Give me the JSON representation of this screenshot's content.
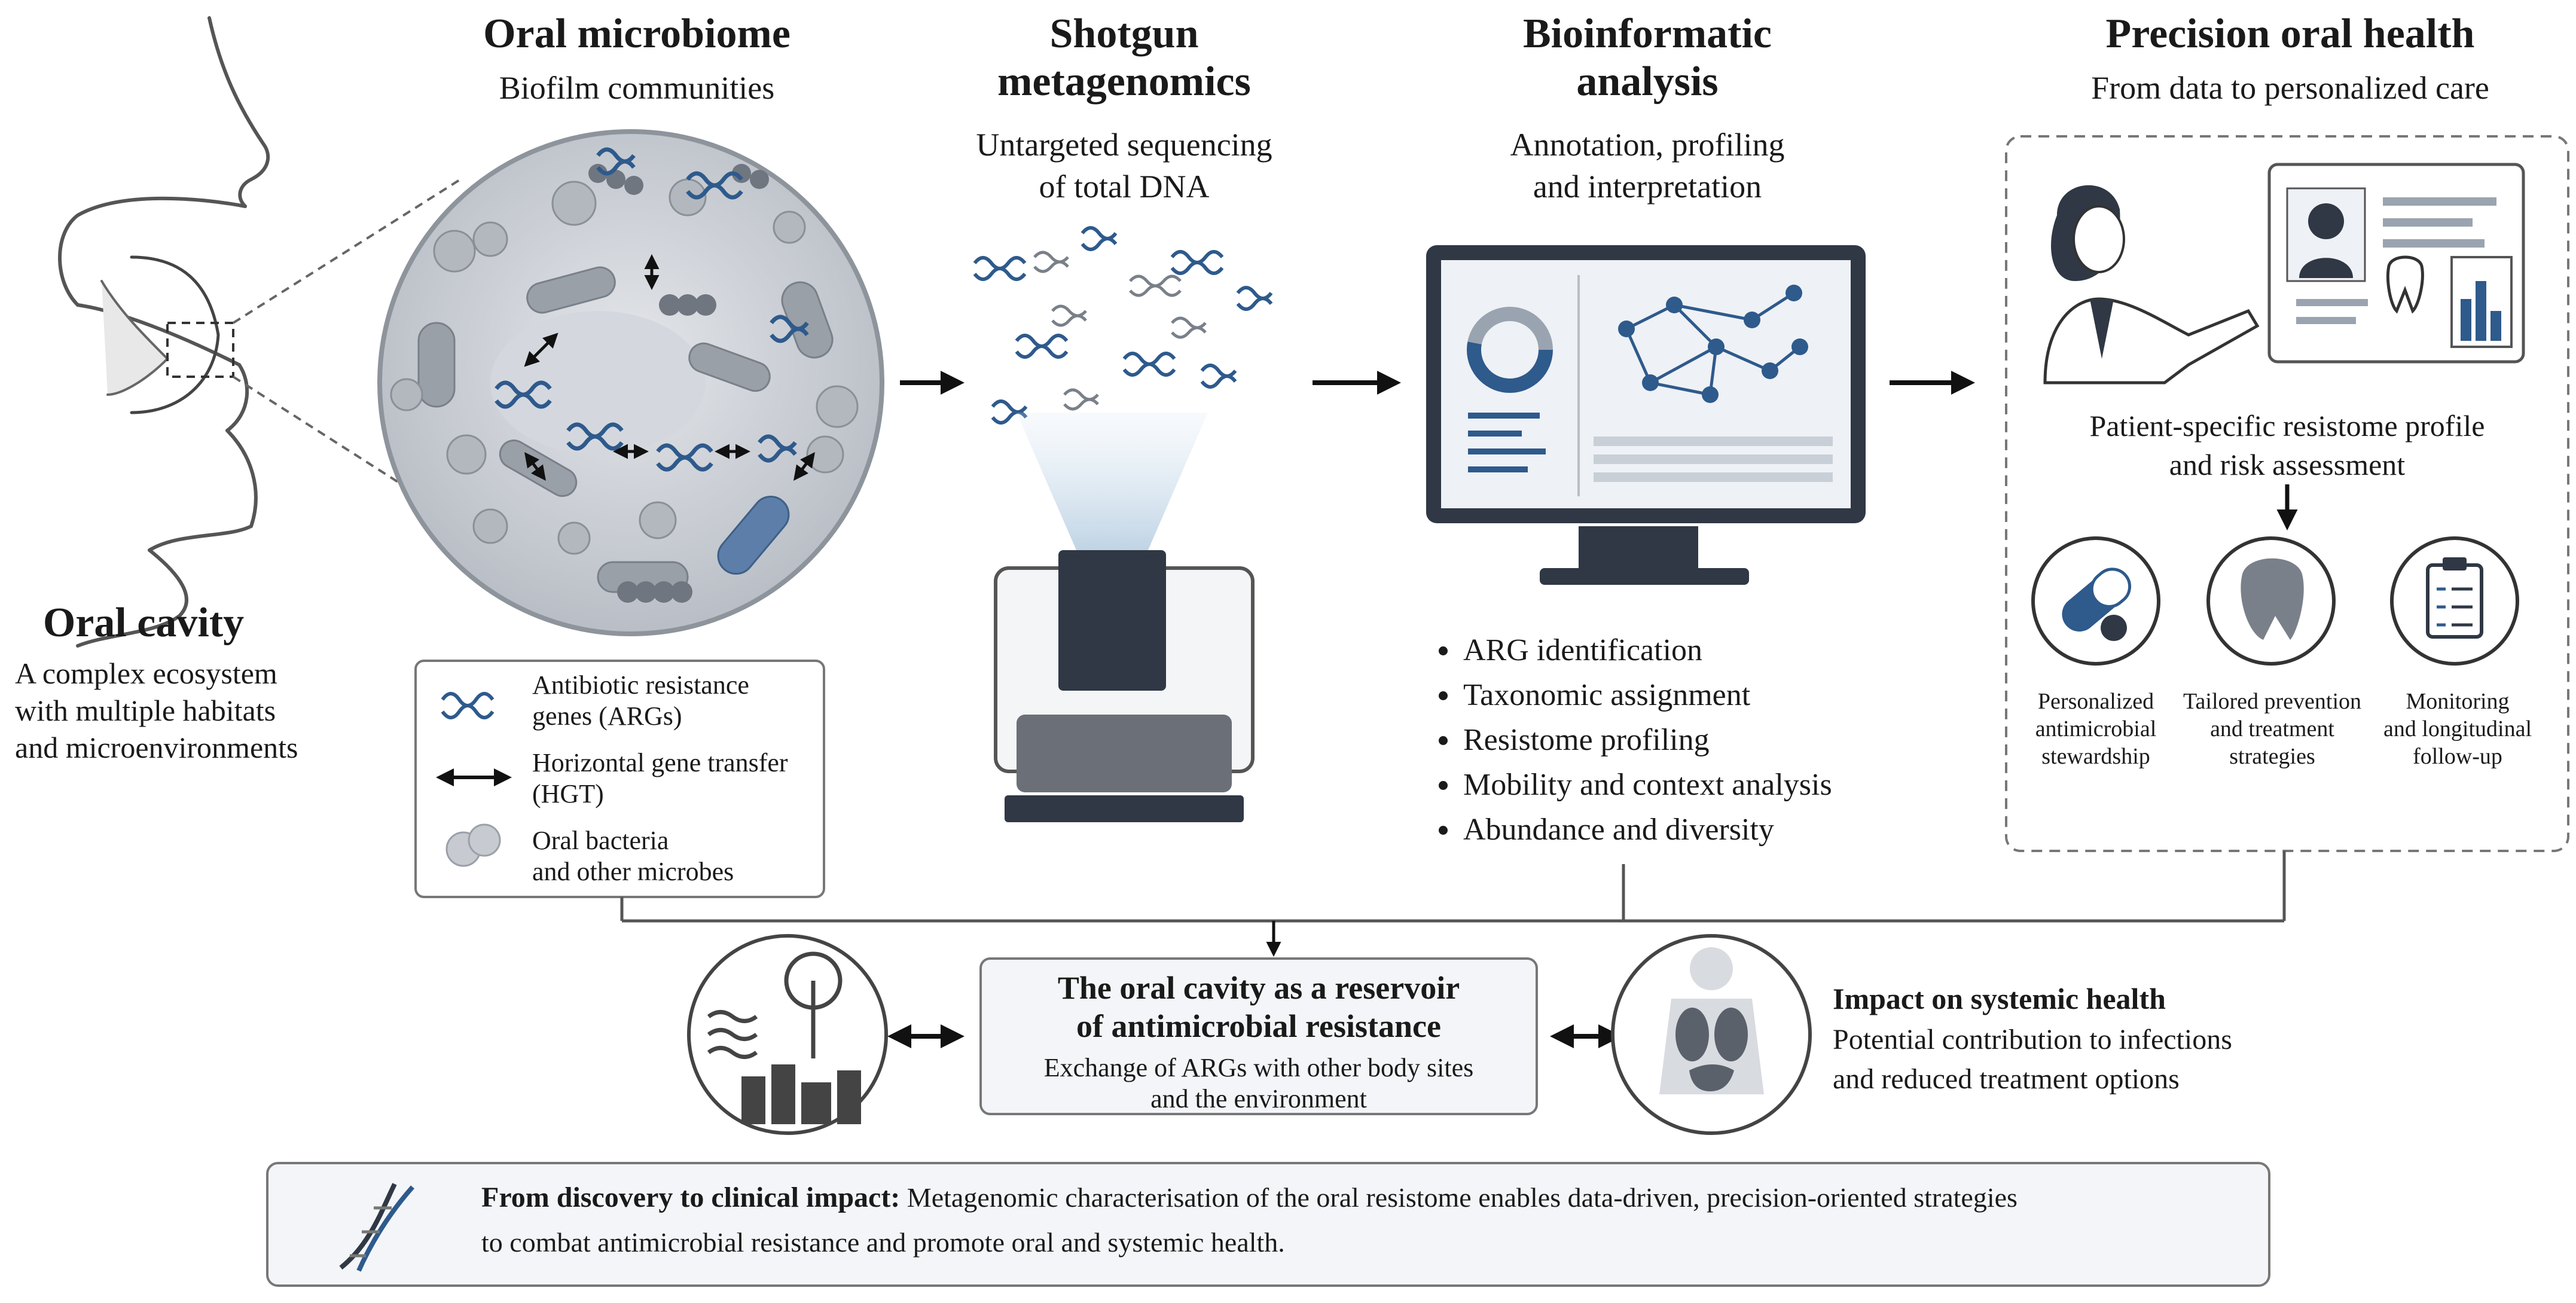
{
  "colors": {
    "accent_blue": "#2e5a8c",
    "line_gray": "#555555",
    "panel_gray": "#f3f5f8",
    "dark_slate": "#2f3844"
  },
  "oral_cavity": {
    "title": "Oral cavity",
    "description": [
      "A complex ecosystem",
      "with multiple habitats",
      "and microenvironments"
    ]
  },
  "oral_microbiome": {
    "title": "Oral microbiome",
    "subtitle": "Biofilm communities",
    "legend": [
      {
        "icon": "dna-icon",
        "lines": [
          "Antibiotic resistance",
          "genes (ARGs)"
        ]
      },
      {
        "icon": "double-arrow-icon",
        "lines": [
          "Horizontal gene transfer",
          "(HGT)"
        ]
      },
      {
        "icon": "bacteria-icon",
        "lines": [
          "Oral bacteria",
          "and other microbes"
        ]
      }
    ]
  },
  "shotgun": {
    "title_lines": [
      "Shotgun",
      "metagenomics"
    ],
    "subtitle_lines": [
      "Untargeted sequencing",
      "of total DNA"
    ]
  },
  "bioinformatic": {
    "title_lines": [
      "Bioinformatic",
      "analysis"
    ],
    "subtitle_lines": [
      "Annotation, profiling",
      "and interpretation"
    ],
    "steps": [
      "ARG identification",
      "Taxonomic assignment",
      "Resistome profiling",
      "Mobility and context analysis",
      "Abundance and diversity"
    ]
  },
  "precision": {
    "title": "Precision oral health",
    "subtitle": "From data to personalized care",
    "profile_lines": [
      "Patient-specific resistome profile",
      "and risk assessment"
    ],
    "outcomes": [
      {
        "icon": "pill-icon",
        "lines": [
          "Personalized",
          "antimicrobial",
          "stewardship"
        ]
      },
      {
        "icon": "tooth-icon",
        "lines": [
          "Tailored prevention",
          "and treatment",
          "strategies"
        ]
      },
      {
        "icon": "clipboard-icon",
        "lines": [
          "Monitoring",
          "and longitudinal",
          "follow-up"
        ]
      }
    ]
  },
  "reservoir": {
    "title_lines": [
      "The oral cavity as a reservoir",
      "of antimicrobial resistance"
    ],
    "desc_lines": [
      "Exchange of ARGs with other body sites",
      "and the environment"
    ]
  },
  "systemic": {
    "title": "Impact on systemic health",
    "desc_lines": [
      "Potential contribution to infections",
      "and reduced treatment options"
    ]
  },
  "footer": {
    "bold": "From discovery to clinical impact:",
    "line1": "Metagenomic characterisation of the oral resistome enables data-driven, precision-oriented strategies",
    "line2": "to combat antimicrobial resistance and promote oral and systemic health."
  }
}
